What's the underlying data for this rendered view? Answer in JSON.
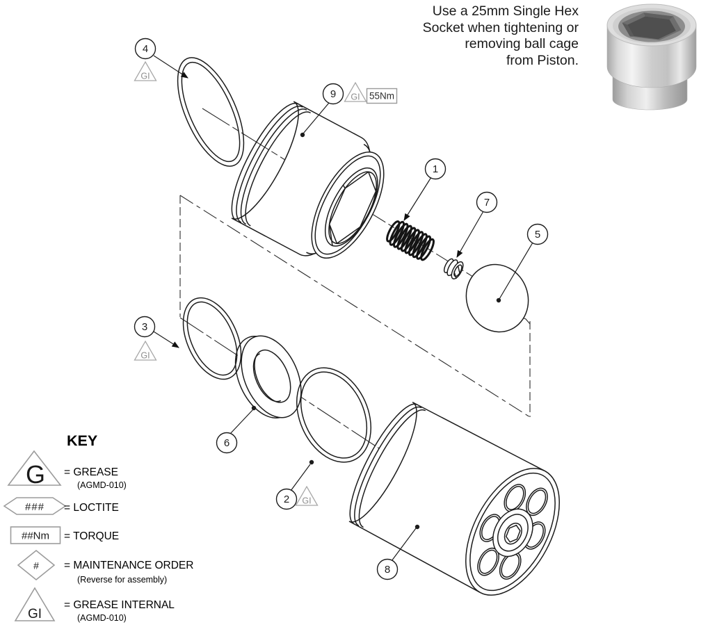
{
  "note": {
    "lines": [
      "Use a 25mm Single Hex",
      "Socket when tightening or",
      "removing ball cage",
      "from Piston."
    ]
  },
  "symbols": {
    "gi": "GI",
    "torque_value": "55Nm"
  },
  "balloons": {
    "b1": "1",
    "b2": "2",
    "b3": "3",
    "b4": "4",
    "b5": "5",
    "b6": "6",
    "b7": "7",
    "b8": "8",
    "b9": "9"
  },
  "key": {
    "heading": "KEY",
    "grease": {
      "symbol": "G",
      "label": "= GREASE",
      "sub": "(AGMD-010)"
    },
    "loctite": {
      "symbol": "###",
      "label": "= LOCTITE"
    },
    "torque": {
      "symbol": "##Nm",
      "label": "= TORQUE"
    },
    "maintenance": {
      "symbol": "#",
      "label": "= MAINTENANCE ORDER",
      "sub": "(Reverse for assembly)"
    },
    "grease_internal": {
      "symbol": "GI",
      "label": "= GREASE INTERNAL",
      "sub": "(AGMD-010)"
    }
  },
  "colors": {
    "line": "#1c1c1c",
    "symbol_gray": "#9c9c9c",
    "background": "#ffffff"
  }
}
